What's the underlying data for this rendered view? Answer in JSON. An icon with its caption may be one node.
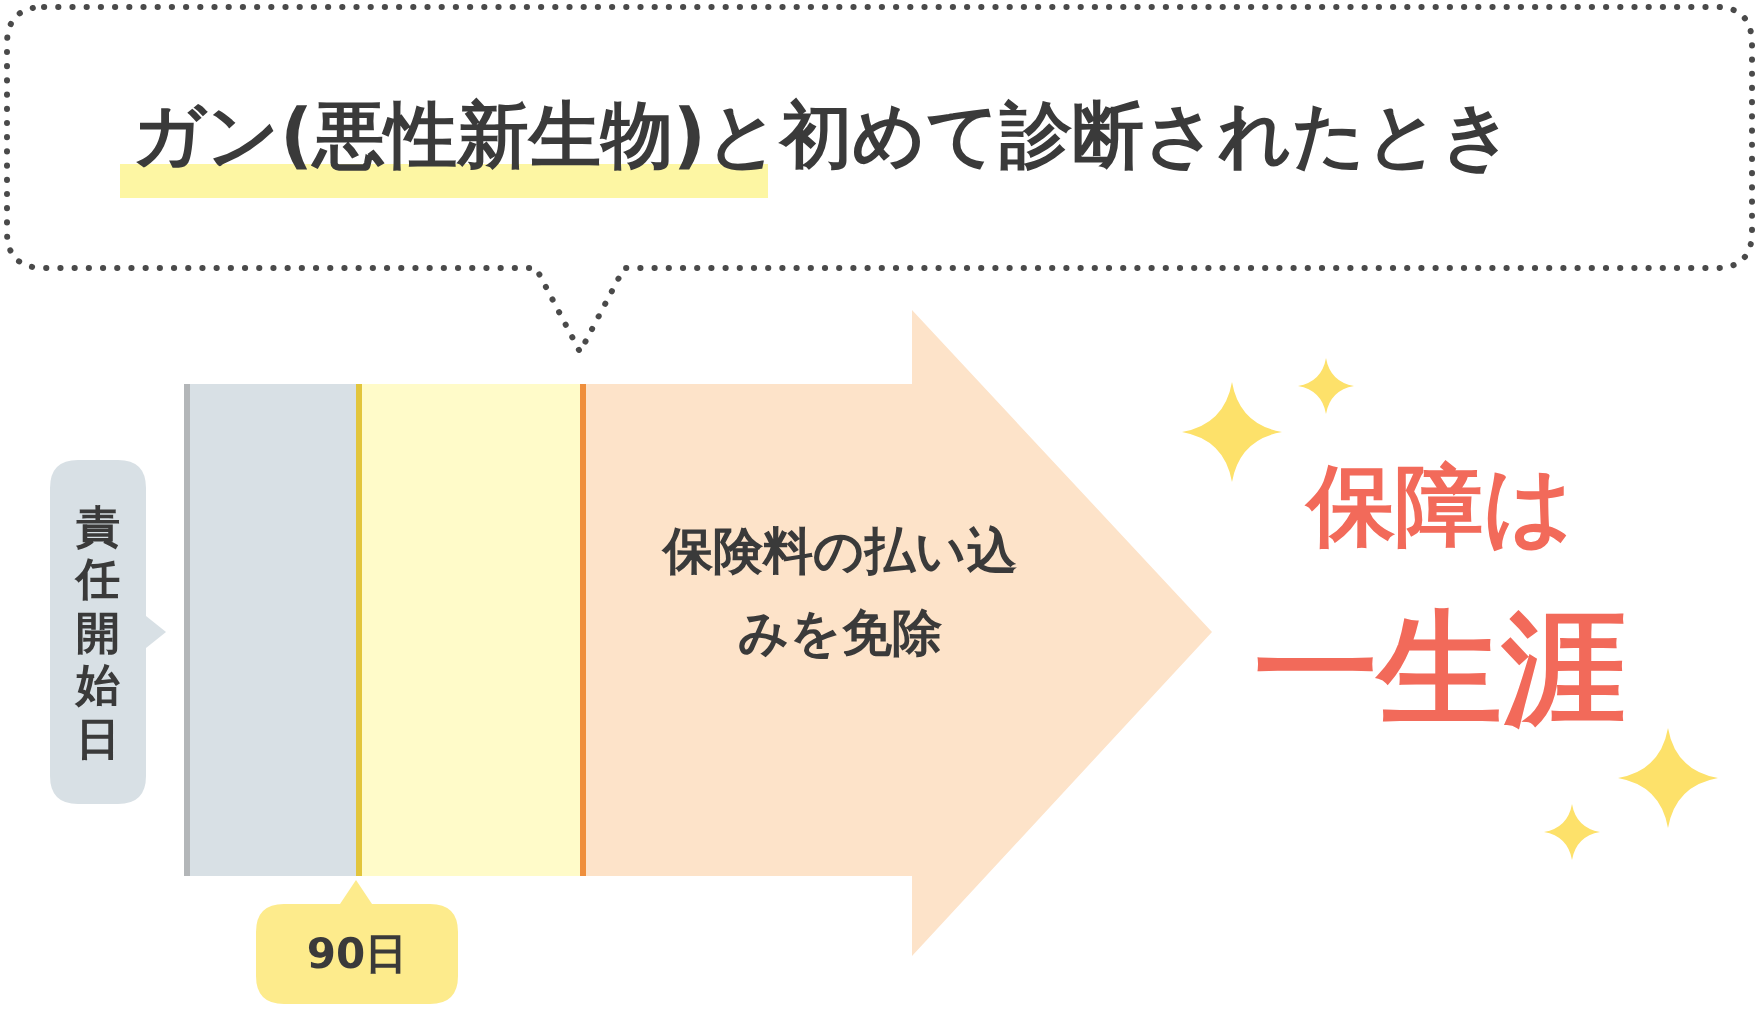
{
  "diagram": {
    "nodes": [
      {
        "text": [
          "ガン(悪性新生物)と初めて診断されたとき"
        ]
      },
      {
        "text": [],
        "shape": "box"
      },
      {
        "text": [],
        "shape": "box"
      },
      {
        "text": [
          "保険料の払い込みを免除"
        ]
      },
      {
        "text": [
          "責任開始日"
        ]
      },
      {
        "text": [
          "90日"
        ]
      }
    ],
    "labels": [
      "保障は",
      "一生涯"
    ]
  }
}
